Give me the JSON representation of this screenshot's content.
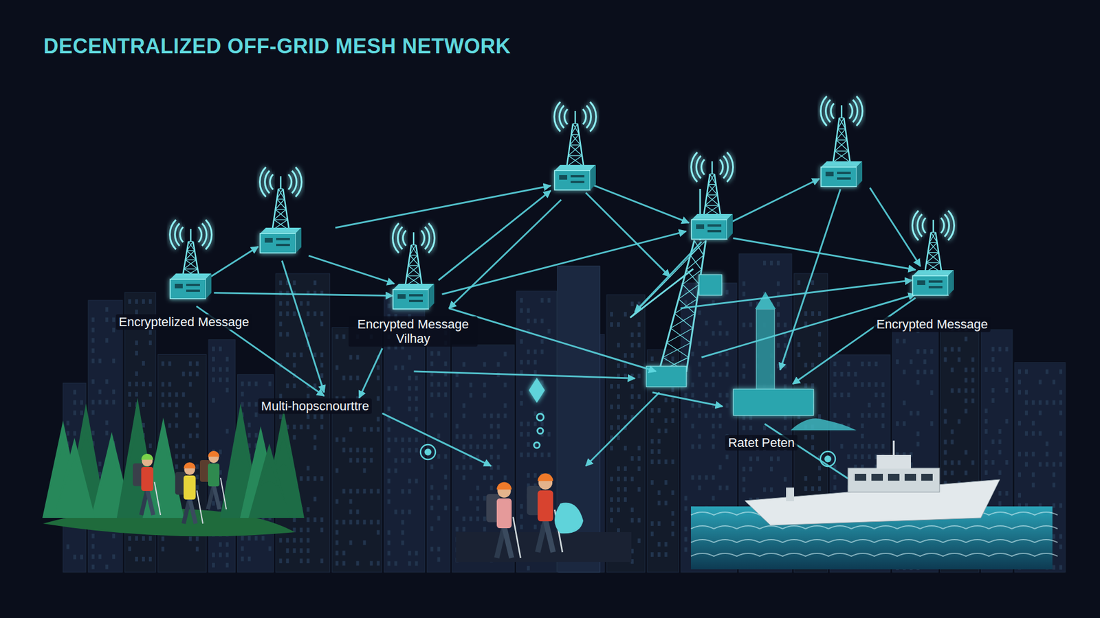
{
  "diagram": {
    "title": "DECENTRALIZED OFF-GRID MESH NETWORK",
    "labels": [
      "Encryptelized Message",
      "Encrypted Message Vilhay",
      "Multi-hopscnourttre",
      "Encrypted Message",
      "Ratet Peten"
    ]
  }
}
